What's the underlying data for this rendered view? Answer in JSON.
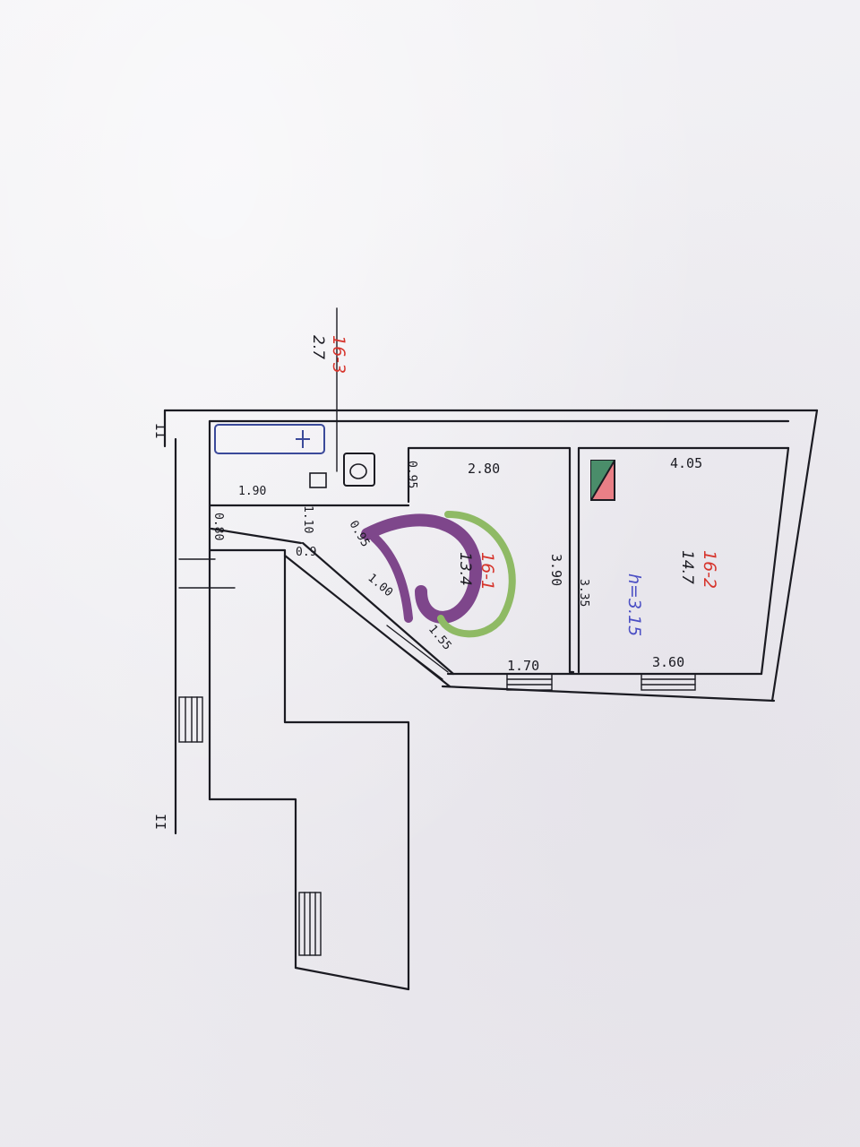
{
  "plan": {
    "rooms": [
      {
        "id": "16-1",
        "area": "13.4"
      },
      {
        "id": "16-2",
        "area": "14.7"
      },
      {
        "id": "16-3",
        "area": "2.7"
      }
    ],
    "height_note": "h=3.15",
    "dimensions": {
      "room1_top": "2.80",
      "room2_top": "4.05",
      "room1_height": "3.90",
      "room2_height": "3.35",
      "room1_bottom": "1.70",
      "room2_bottom": "3.60",
      "bath_width": "1.90",
      "bath_depth": "0.80",
      "wall_a": "0.95",
      "wall_b": "0.95",
      "gap_a": "0.9",
      "corridor_1": "1.00",
      "corridor_2": "1.55",
      "stair": "1.10"
    },
    "section_marks": [
      "II",
      "II"
    ],
    "colors": {
      "ink": "#1b1b22",
      "red": "#d6342c",
      "blue": "#4b4fc4",
      "watermark_purple": "#6b2a7a",
      "watermark_green": "#5aa84a"
    }
  }
}
